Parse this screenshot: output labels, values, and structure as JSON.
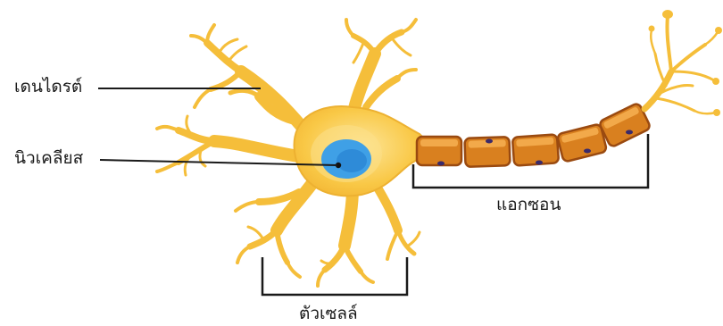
{
  "labels": {
    "dendrite": "เดนไดรต์",
    "nucleus": "นิวเคลียส",
    "axon": "แอกซอน",
    "cell_body": "ตัวเซลล์"
  },
  "colors": {
    "cell_fill": "#F9C846",
    "cell_edge": "#E8A928",
    "cell_highlight": "#FCE08A",
    "nucleus_outer": "#3FA0E6",
    "nucleus_inner": "#1E78C8",
    "myelin_fill": "#D9801F",
    "myelin_edge": "#9A4A10",
    "myelin_highlight": "#F2A94A",
    "node_dot": "#3A2A6A",
    "leader_line": "#1a1a1a"
  }
}
